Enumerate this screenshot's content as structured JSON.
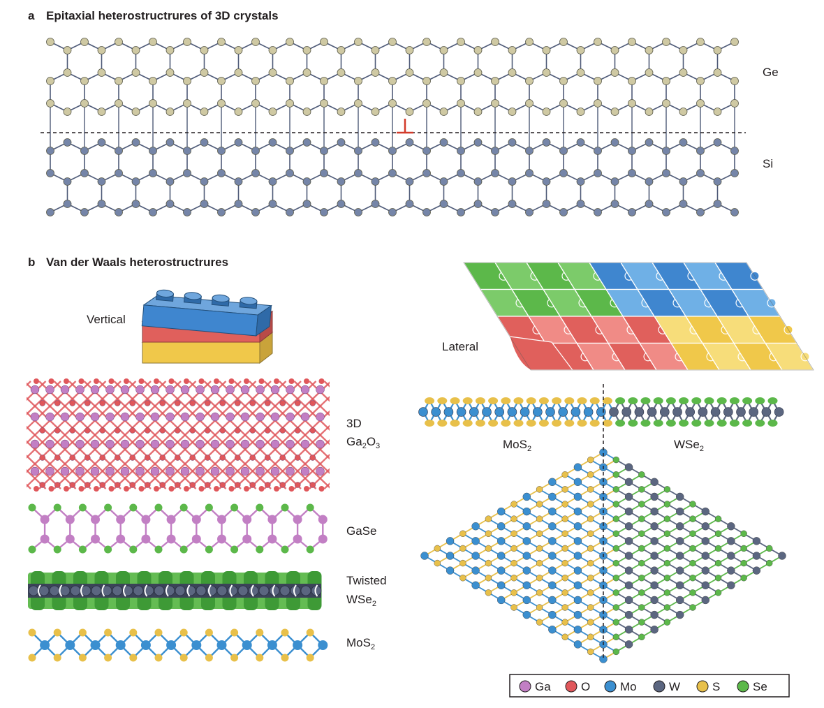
{
  "panel_a": {
    "letter": "a",
    "title": "Epitaxial heterostructrures of 3D crystals",
    "upper_label": "Ge",
    "lower_label": "Si",
    "dislocation_symbol": "⊥"
  },
  "panel_b": {
    "letter": "b",
    "title": "Van der Waals heterostructrures",
    "vertical_label": "Vertical",
    "lateral_label": "Lateral",
    "stack_labels": {
      "ga2o3_line1": "3D",
      "ga2o3_base1": "Ga",
      "ga2o3_sub1": "2",
      "ga2o3_base2": "O",
      "ga2o3_sub2": "3",
      "gase": "GaSe",
      "twisted_line1": "Twisted",
      "twisted_base": "WSe",
      "twisted_sub": "2",
      "mos2_base": "MoS",
      "mos2_sub": "2"
    },
    "lateral_labels": {
      "left_base": "MoS",
      "left_sub": "2",
      "right_base": "WSe",
      "right_sub": "2"
    }
  },
  "legend": [
    {
      "label": "Ga",
      "color": "#c27fc4"
    },
    {
      "label": "O",
      "color": "#e0575b"
    },
    {
      "label": "Mo",
      "color": "#3b8fd0"
    },
    {
      "label": "W",
      "color": "#5b6680"
    },
    {
      "label": "S",
      "color": "#e8c04a"
    },
    {
      "label": "Se",
      "color": "#5cb84a"
    }
  ],
  "atom_colors": {
    "ge": "#cfc9a3",
    "si": "#7585a8",
    "bond": "#4e5a78",
    "dislocation": "#d23a2a"
  },
  "brick_colors": {
    "top": "#3f86cf",
    "middle": "#e0605c",
    "bottom": "#f0c84a"
  },
  "puzzle_colors": {
    "green": "#5cb84a",
    "blue": "#3f86cf",
    "red": "#e0605c",
    "yellow": "#f0c84a"
  }
}
